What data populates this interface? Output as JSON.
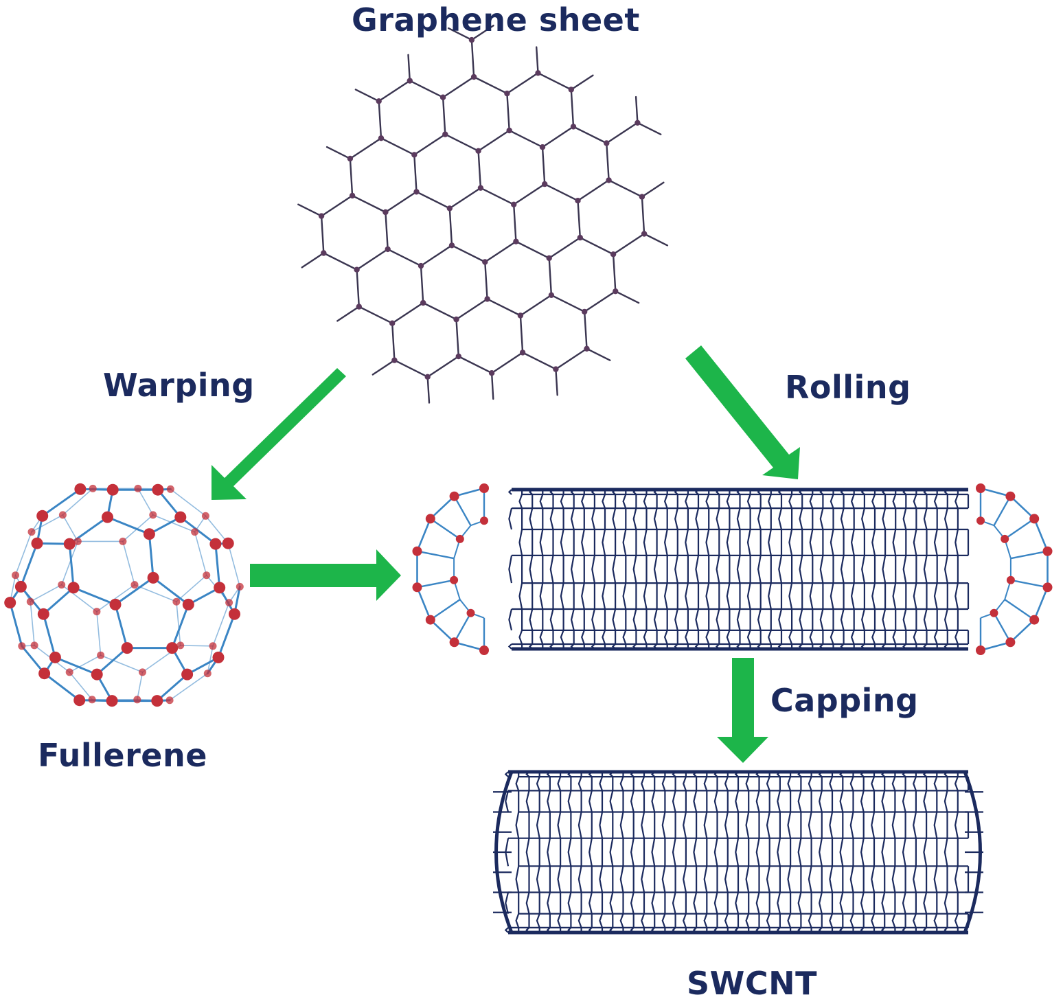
{
  "labels": {
    "graphene": "Graphene sheet",
    "warping": "Warping",
    "rolling": "Rolling",
    "fullerene": "Fullerene",
    "capping": "Capping",
    "swcnt": "SWCNT"
  },
  "colors": {
    "text": "#1b2a5e",
    "arrow": "#1db54a",
    "graphene_bond": "#3a3550",
    "graphene_atom": "#5b3b5e",
    "fullerene_bond": "#3a85c4",
    "fullerene_atom": "#c4303a",
    "tube_lattice": "#1b2a5e"
  }
}
